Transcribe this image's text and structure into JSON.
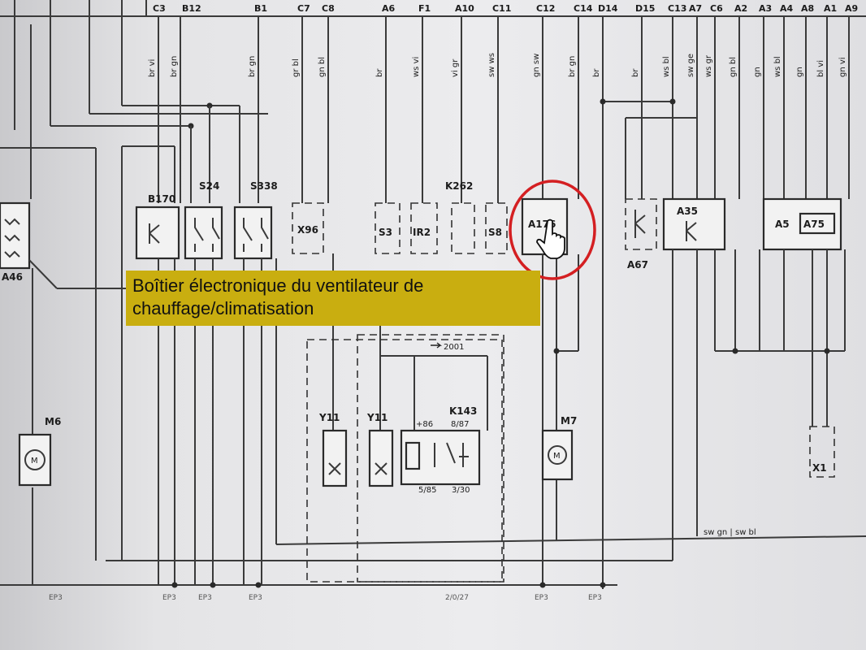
{
  "connectors": [
    "C3",
    "B12",
    "B1",
    "C7",
    "C8",
    "A6",
    "F1",
    "A10",
    "C11",
    "C12",
    "C14",
    "D14",
    "D15",
    "C13",
    "A7",
    "C6",
    "A2",
    "A3",
    "A4",
    "A8",
    "A1",
    "A9"
  ],
  "wire_colors": [
    "br vi",
    "br gn",
    "br gn",
    "gr bl",
    "gn bl",
    "br",
    "ws vi",
    "vi gr",
    "sw ws",
    "gn sw",
    "br gn",
    "br",
    "br",
    "ws bl",
    "sw ge",
    "ws gr",
    "gn bl",
    "gn",
    "ws bl",
    "gn",
    "bl vi",
    "gn vi"
  ],
  "components": {
    "b170": "B170",
    "s24": "S24",
    "s338": "S338",
    "x96": "X96",
    "s3": "S3",
    "ir2": "IR2",
    "k262": "K262",
    "s8": "S8",
    "a176": "A176",
    "a67": "A67",
    "a35": "A35",
    "a5": "A5",
    "a75": "A75",
    "m6": "M6",
    "y11a": "Y11",
    "y11b": "Y11",
    "k143": "K143",
    "m7": "M7",
    "x1": "X1",
    "a46": "A46",
    "version_2001": "2001"
  },
  "pin_labels": {
    "k143_86": "+86",
    "k143_87": "8/87",
    "k143_85": "5/85",
    "k143_30": "3/30"
  },
  "ground_labels": [
    "EP3",
    "EP3",
    "EP3",
    "EP3",
    "2/0/27",
    "EP3",
    "EP3"
  ],
  "bus_label": "sw gn | sw bl",
  "tooltip": {
    "line1": "Boîtier électronique du ventilateur de",
    "line2": "chauffage/climatisation"
  },
  "colors": {
    "tooltip_bg": "#c9ae10",
    "highlight_circle": "#d41f22"
  },
  "cursor": "hand-pointer-icon"
}
